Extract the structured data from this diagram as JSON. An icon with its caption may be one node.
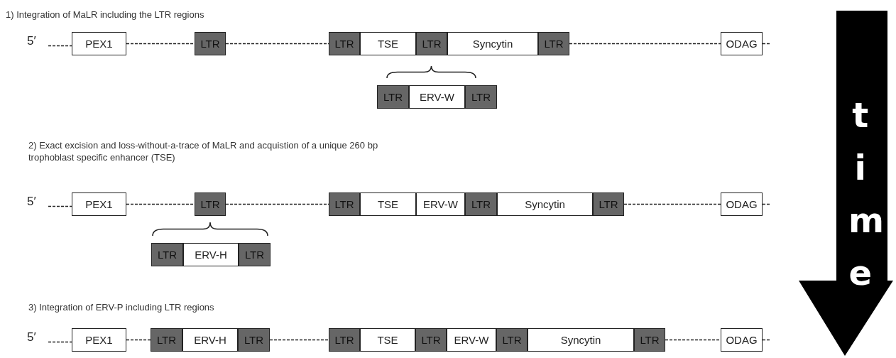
{
  "diagram": {
    "nodes": [
      {
        "text": [
          "5′"
        ]
      },
      {
        "text": [
          "PEX1"
        ]
      },
      {
        "text": [
          "LTR"
        ]
      },
      {
        "text": [
          "LTR"
        ]
      },
      {
        "text": [
          "TSE"
        ]
      },
      {
        "text": [
          "LTR"
        ]
      },
      {
        "text": [
          "Syncytin"
        ]
      },
      {
        "text": [
          "LTR"
        ]
      },
      {
        "text": [
          "ODAG"
        ]
      },
      {
        "text": [
          "LTR"
        ]
      },
      {
        "text": [
          "ERV-W"
        ]
      },
      {
        "text": [
          "LTR"
        ]
      },
      {
        "text": [
          "5′"
        ]
      },
      {
        "text": [
          "PEX1"
        ]
      },
      {
        "text": [
          "LTR"
        ]
      },
      {
        "text": [
          "LTR"
        ]
      },
      {
        "text": [
          "TSE"
        ]
      },
      {
        "text": [
          "ERV-W"
        ]
      },
      {
        "text": [
          "LTR"
        ]
      },
      {
        "text": [
          "Syncytin"
        ]
      },
      {
        "text": [
          "LTR"
        ]
      },
      {
        "text": [
          "ODAG"
        ]
      },
      {
        "text": [
          "LTR"
        ]
      },
      {
        "text": [
          "ERV-H"
        ]
      },
      {
        "text": [
          "LTR"
        ]
      },
      {
        "text": [
          "5′"
        ]
      },
      {
        "text": [
          "PEX1"
        ]
      },
      {
        "text": [
          "LTR"
        ]
      },
      {
        "text": [
          "ERV-H"
        ]
      },
      {
        "text": [
          "LTR"
        ]
      },
      {
        "text": [
          "LTR"
        ]
      },
      {
        "text": [
          "TSE"
        ]
      },
      {
        "text": [
          "LTR"
        ]
      },
      {
        "text": [
          "ERV-W"
        ]
      },
      {
        "text": [
          "LTR"
        ]
      },
      {
        "text": [
          "Syncytin"
        ]
      },
      {
        "text": [
          "LTR"
        ]
      },
      {
        "text": [
          "ODAG"
        ]
      },
      {
        "text": [
          "time"
        ]
      }
    ],
    "edges": [
      {
        "from": 0,
        "to": 1,
        "arrow": "none",
        "style": "dashed"
      },
      {
        "from": 1,
        "to": 2,
        "arrow": "none",
        "style": "dashed"
      },
      {
        "from": 2,
        "to": 3,
        "arrow": "none",
        "style": "dashed"
      },
      {
        "from": 7,
        "to": 8,
        "arrow": "none",
        "style": "dashed"
      },
      {
        "from": 8,
        "to": null,
        "arrow": "none",
        "style": "dashed"
      },
      {
        "from": 12,
        "to": 13,
        "arrow": "none",
        "style": "dashed"
      },
      {
        "from": 13,
        "to": 14,
        "arrow": "none",
        "style": "dashed"
      },
      {
        "from": 14,
        "to": 15,
        "arrow": "none",
        "style": "dashed"
      },
      {
        "from": 20,
        "to": 21,
        "arrow": "none",
        "style": "dashed"
      },
      {
        "from": 21,
        "to": null,
        "arrow": "none",
        "style": "dashed"
      },
      {
        "from": 25,
        "to": 26,
        "arrow": "none",
        "style": "dashed"
      },
      {
        "from": 26,
        "to": 27,
        "arrow": "none",
        "style": "dashed"
      },
      {
        "from": 29,
        "to": 30,
        "arrow": "none",
        "style": "dashed"
      },
      {
        "from": 36,
        "to": 37,
        "arrow": "none",
        "style": "dashed"
      },
      {
        "from": 37,
        "to": null,
        "arrow": "none",
        "style": "dashed"
      }
    ],
    "labels": [
      "1) Integration of MaLR including the LTR regions",
      "2) Exact excision and loss-without-a-trace of MaLR and acquistion of a unique 260 bp trophoblast specific enhancer (TSE)",
      "3) Integration of ERV-P including LTR regions"
    ]
  }
}
